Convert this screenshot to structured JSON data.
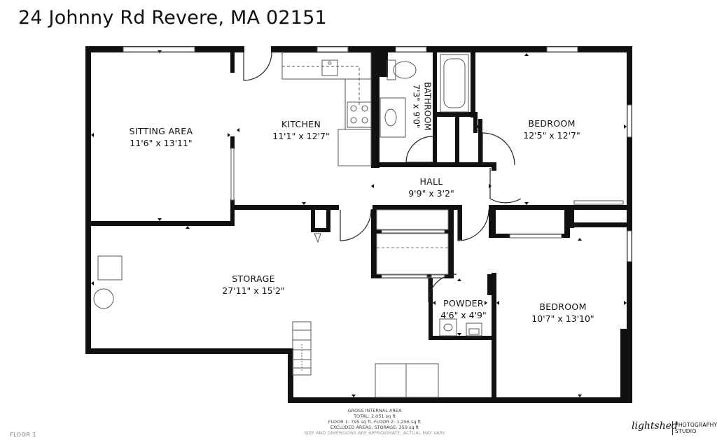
{
  "header": {
    "address": "24 Johnny Rd Revere, MA 02151"
  },
  "rooms": {
    "sitting": {
      "name": "SITTING AREA",
      "dims": "11'6\" x 13'11\""
    },
    "kitchen": {
      "name": "KITCHEN",
      "dims": "11'1\" x 12'7\""
    },
    "bathroom": {
      "name": "BATHROOM",
      "dims": "7'3\" x 9'0\""
    },
    "bedroom1": {
      "name": "BEDROOM",
      "dims": "12'5\" x 12'7\""
    },
    "hall": {
      "name": "HALL",
      "dims": "9'9\" x 3'2\""
    },
    "storage": {
      "name": "STORAGE",
      "dims": "27'11\" x 15'2\""
    },
    "powder": {
      "name": "POWDER",
      "dims": "4'6\" x 4'9\""
    },
    "bedroom2": {
      "name": "BEDROOM",
      "dims": "10'7\" x 13'10\""
    }
  },
  "footer": {
    "area_title": "GROSS INTERNAL AREA",
    "total": "TOTAL: 2,051 sq ft",
    "floors": "FLOOR 1: 795 sq ft, FLOOR 2: 1,256 sq ft",
    "excluded": "EXCLUDED AREAS: STORAGE: 359 sq ft",
    "disclaimer": "SIZE AND DIMENSIONS ARE APPROXIMATE, ACTUAL MAY VARY",
    "floor_label": "FLOOR 1",
    "brand_script": "lightshed",
    "brand_line1": "PHOTOGRAPHY",
    "brand_line2": "STUDIO"
  }
}
